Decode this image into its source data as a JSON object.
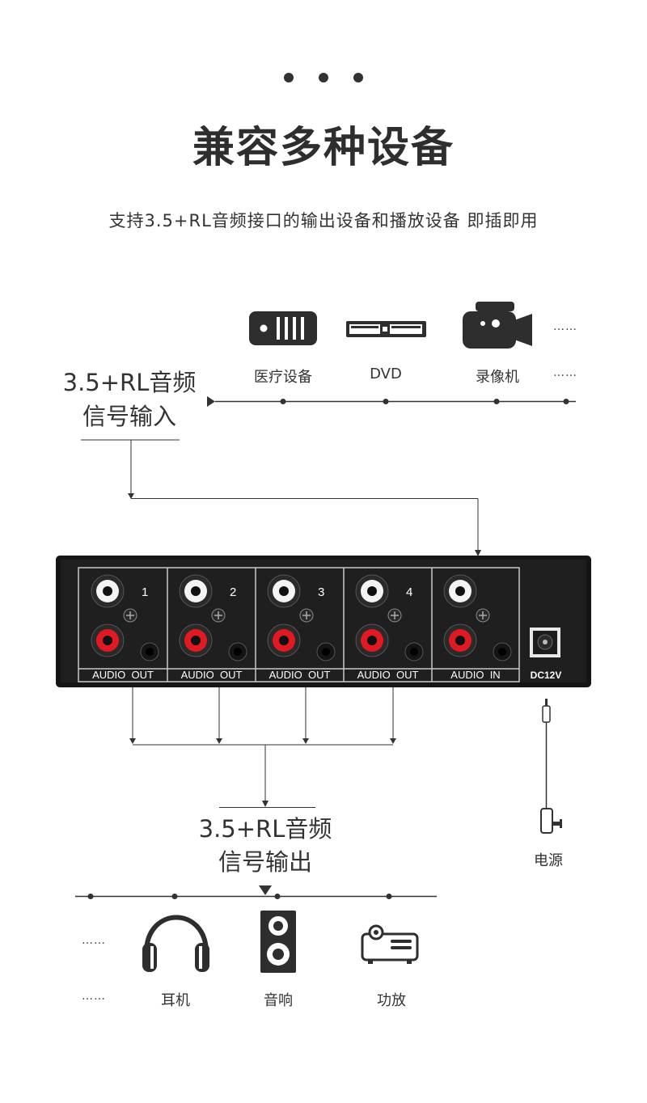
{
  "header": {
    "title": "兼容多种设备",
    "subtitle": "支持3.5+RL音频接口的输出设备和播放设备 即插即用"
  },
  "input_section": {
    "label_line1": "3.5+RL音频",
    "label_line2": "信号输入",
    "devices": [
      {
        "label": "医疗设备",
        "icon": "medical-device-icon"
      },
      {
        "label": "DVD",
        "icon": "dvd-player-icon"
      },
      {
        "label": "录像机",
        "icon": "video-camera-icon"
      }
    ],
    "ellipsis": "……"
  },
  "panel": {
    "port_numbers": [
      "1",
      "2",
      "3",
      "4"
    ],
    "out_labels": [
      "AUDIO  OUT",
      "AUDIO  OUT",
      "AUDIO  OUT",
      "AUDIO  OUT"
    ],
    "in_label": "AUDIO  IN",
    "dc_label": "DC12V"
  },
  "power": {
    "label": "电源"
  },
  "output_section": {
    "label_line1": "3.5+RL音频",
    "label_line2": "信号输出",
    "devices": [
      {
        "label": "耳机",
        "icon": "headphones-icon"
      },
      {
        "label": "音响",
        "icon": "speaker-icon"
      },
      {
        "label": "功放",
        "icon": "amplifier-icon"
      }
    ],
    "ellipsis": "……"
  }
}
